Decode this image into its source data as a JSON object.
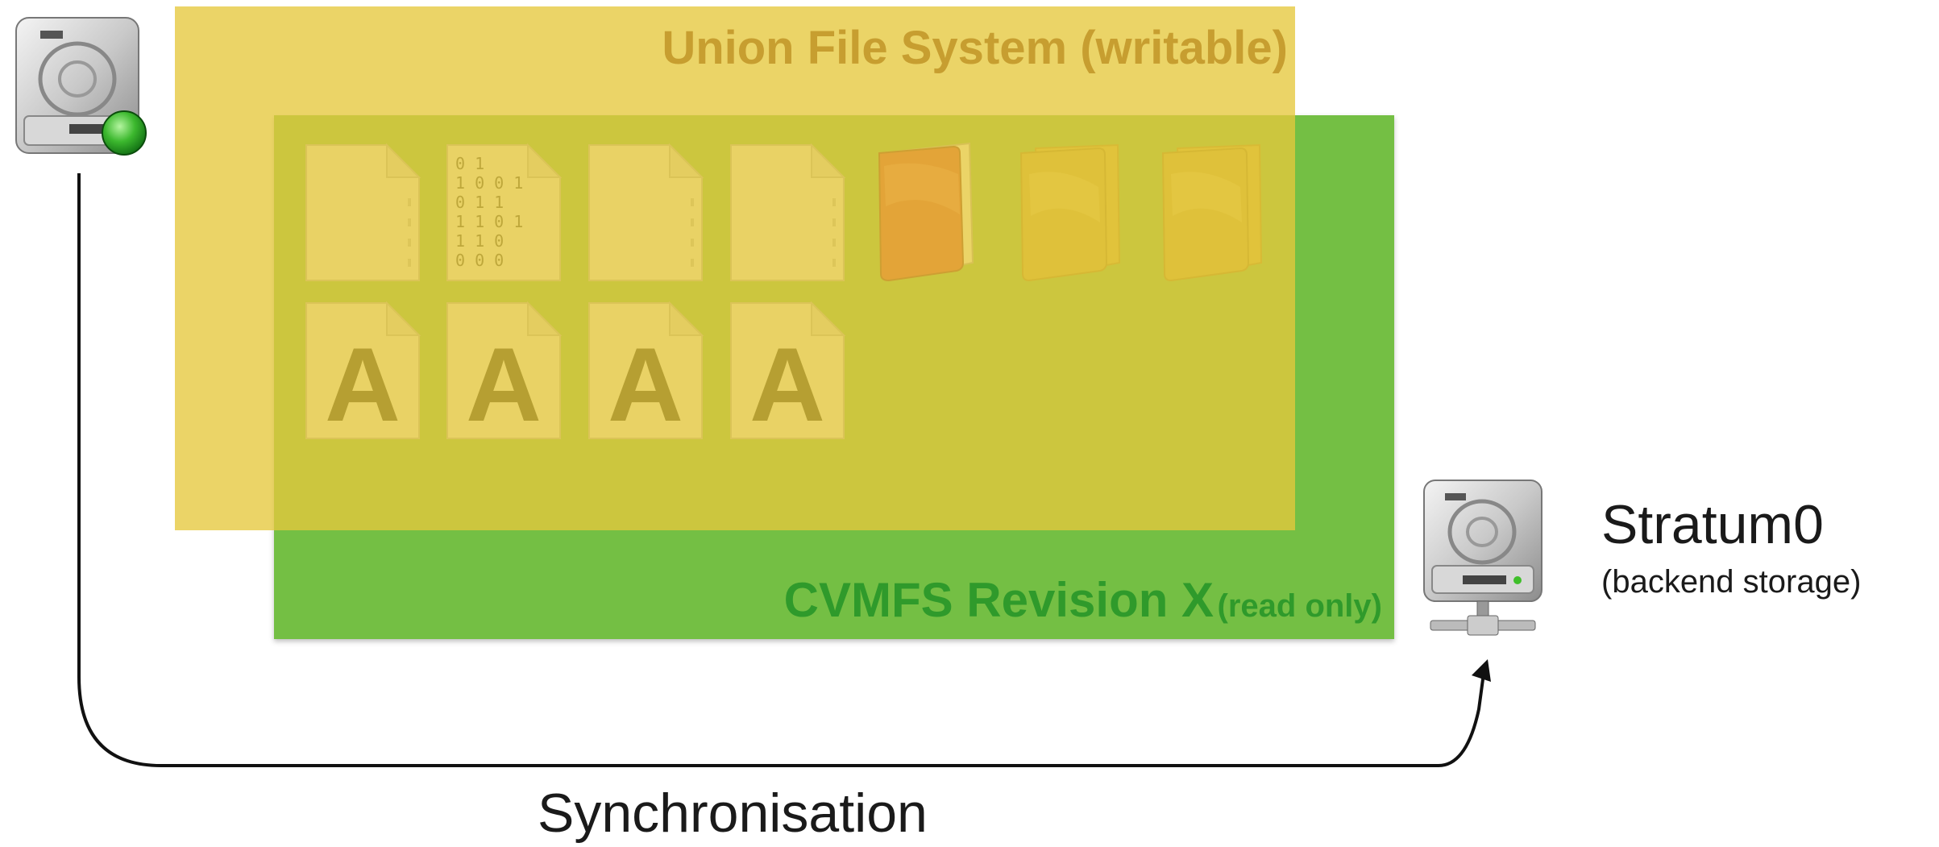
{
  "layers": {
    "union_title": "Union File System (writable)",
    "cvmfs_title": "CVMFS Revision X",
    "cvmfs_subtitle": "(read only)"
  },
  "stratum": {
    "title": "Stratum0",
    "subtitle": "(backend storage)"
  },
  "sync": {
    "label": "Synchronisation"
  },
  "binary_file_digits": [
    "0 1",
    "1   0 0 1",
    "0   1 1",
    "1 1 0 1",
    "1 1       0",
    "0 0 0"
  ],
  "icons": [
    {
      "name": "generic-file-icon"
    },
    {
      "name": "binary-file-icon"
    },
    {
      "name": "generic-file-icon"
    },
    {
      "name": "generic-file-icon"
    },
    {
      "name": "red-folder-icon"
    },
    {
      "name": "folder-icon"
    },
    {
      "name": "folder-icon"
    },
    {
      "name": "font-file-icon",
      "glyph": "A"
    },
    {
      "name": "font-file-icon",
      "glyph": "A"
    },
    {
      "name": "font-file-icon",
      "glyph": "A"
    },
    {
      "name": "font-file-icon",
      "glyph": "A"
    }
  ],
  "colors": {
    "union_layer": "#e6c83c",
    "cvmfs_layer": "#74bf44",
    "union_title": "#c79e30",
    "cvmfs_title": "#2f9a2b"
  }
}
